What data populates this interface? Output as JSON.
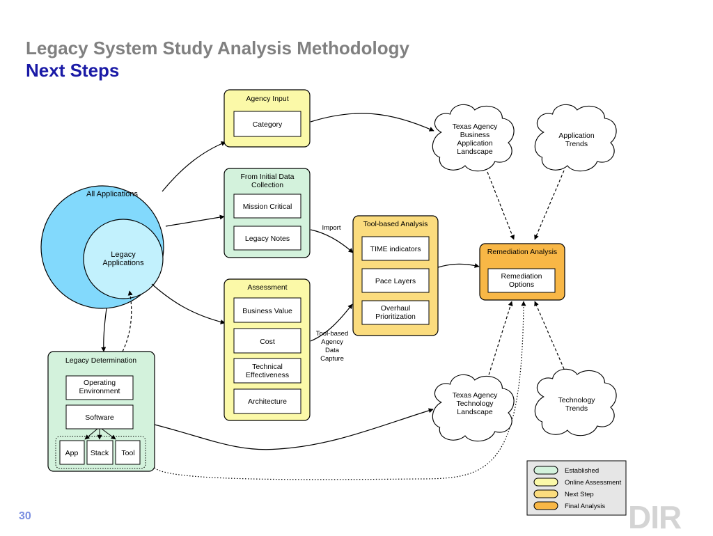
{
  "title": "Legacy System Study Analysis Methodology",
  "subtitle": "Next Steps",
  "page_number": "30",
  "logo_text": "DIR",
  "colors": {
    "established": "#d3f2dc",
    "online_assessment": "#fbf9a8",
    "next_step": "#fbdc7e",
    "final_analysis": "#f8b746",
    "all_apps_circle": "#82d9fc",
    "legacy_circle": "#c2f1fd",
    "title_gray": "#808080",
    "subtitle_blue": "#1a1aa6"
  },
  "all_applications": "All Applications",
  "legacy_applications": "Legacy Applications",
  "agency_input": {
    "title": "Agency Input",
    "items": [
      "Category"
    ]
  },
  "initial_data": {
    "title": "From Initial Data Collection",
    "items": [
      "Mission Critical",
      "Legacy Notes"
    ]
  },
  "assessment": {
    "title": "Assessment",
    "items": [
      "Business Value",
      "Cost",
      "Technical Effectiveness",
      "Architecture"
    ]
  },
  "tool_analysis": {
    "title": "Tool-based Analysis",
    "items": [
      "TIME indicators",
      "Pace Layers",
      "Overhaul Prioritization"
    ]
  },
  "remediation": {
    "title": "Remediation Analysis",
    "items": [
      "Remediation Options"
    ]
  },
  "legacy_determination": {
    "title": "Legacy Determination",
    "items": [
      "Operating Environment",
      "Software"
    ],
    "sub_items": [
      "App",
      "Stack",
      "Tool"
    ]
  },
  "clouds": {
    "business_landscape": "Texas Agency Business Application Landscape",
    "app_trends": "Application Trends",
    "tech_landscape": "Texas Agency Technology Landscape",
    "tech_trends": "Technology Trends"
  },
  "edge_labels": {
    "import": "Import",
    "tool_capture": "Tool-based Agency Data Capture"
  },
  "legend": [
    {
      "label": "Established",
      "color": "#d3f2dc"
    },
    {
      "label": "Online Assessment",
      "color": "#fbf9a8"
    },
    {
      "label": "Next Step",
      "color": "#fbdc7e"
    },
    {
      "label": "Final Analysis",
      "color": "#f8b746"
    }
  ]
}
